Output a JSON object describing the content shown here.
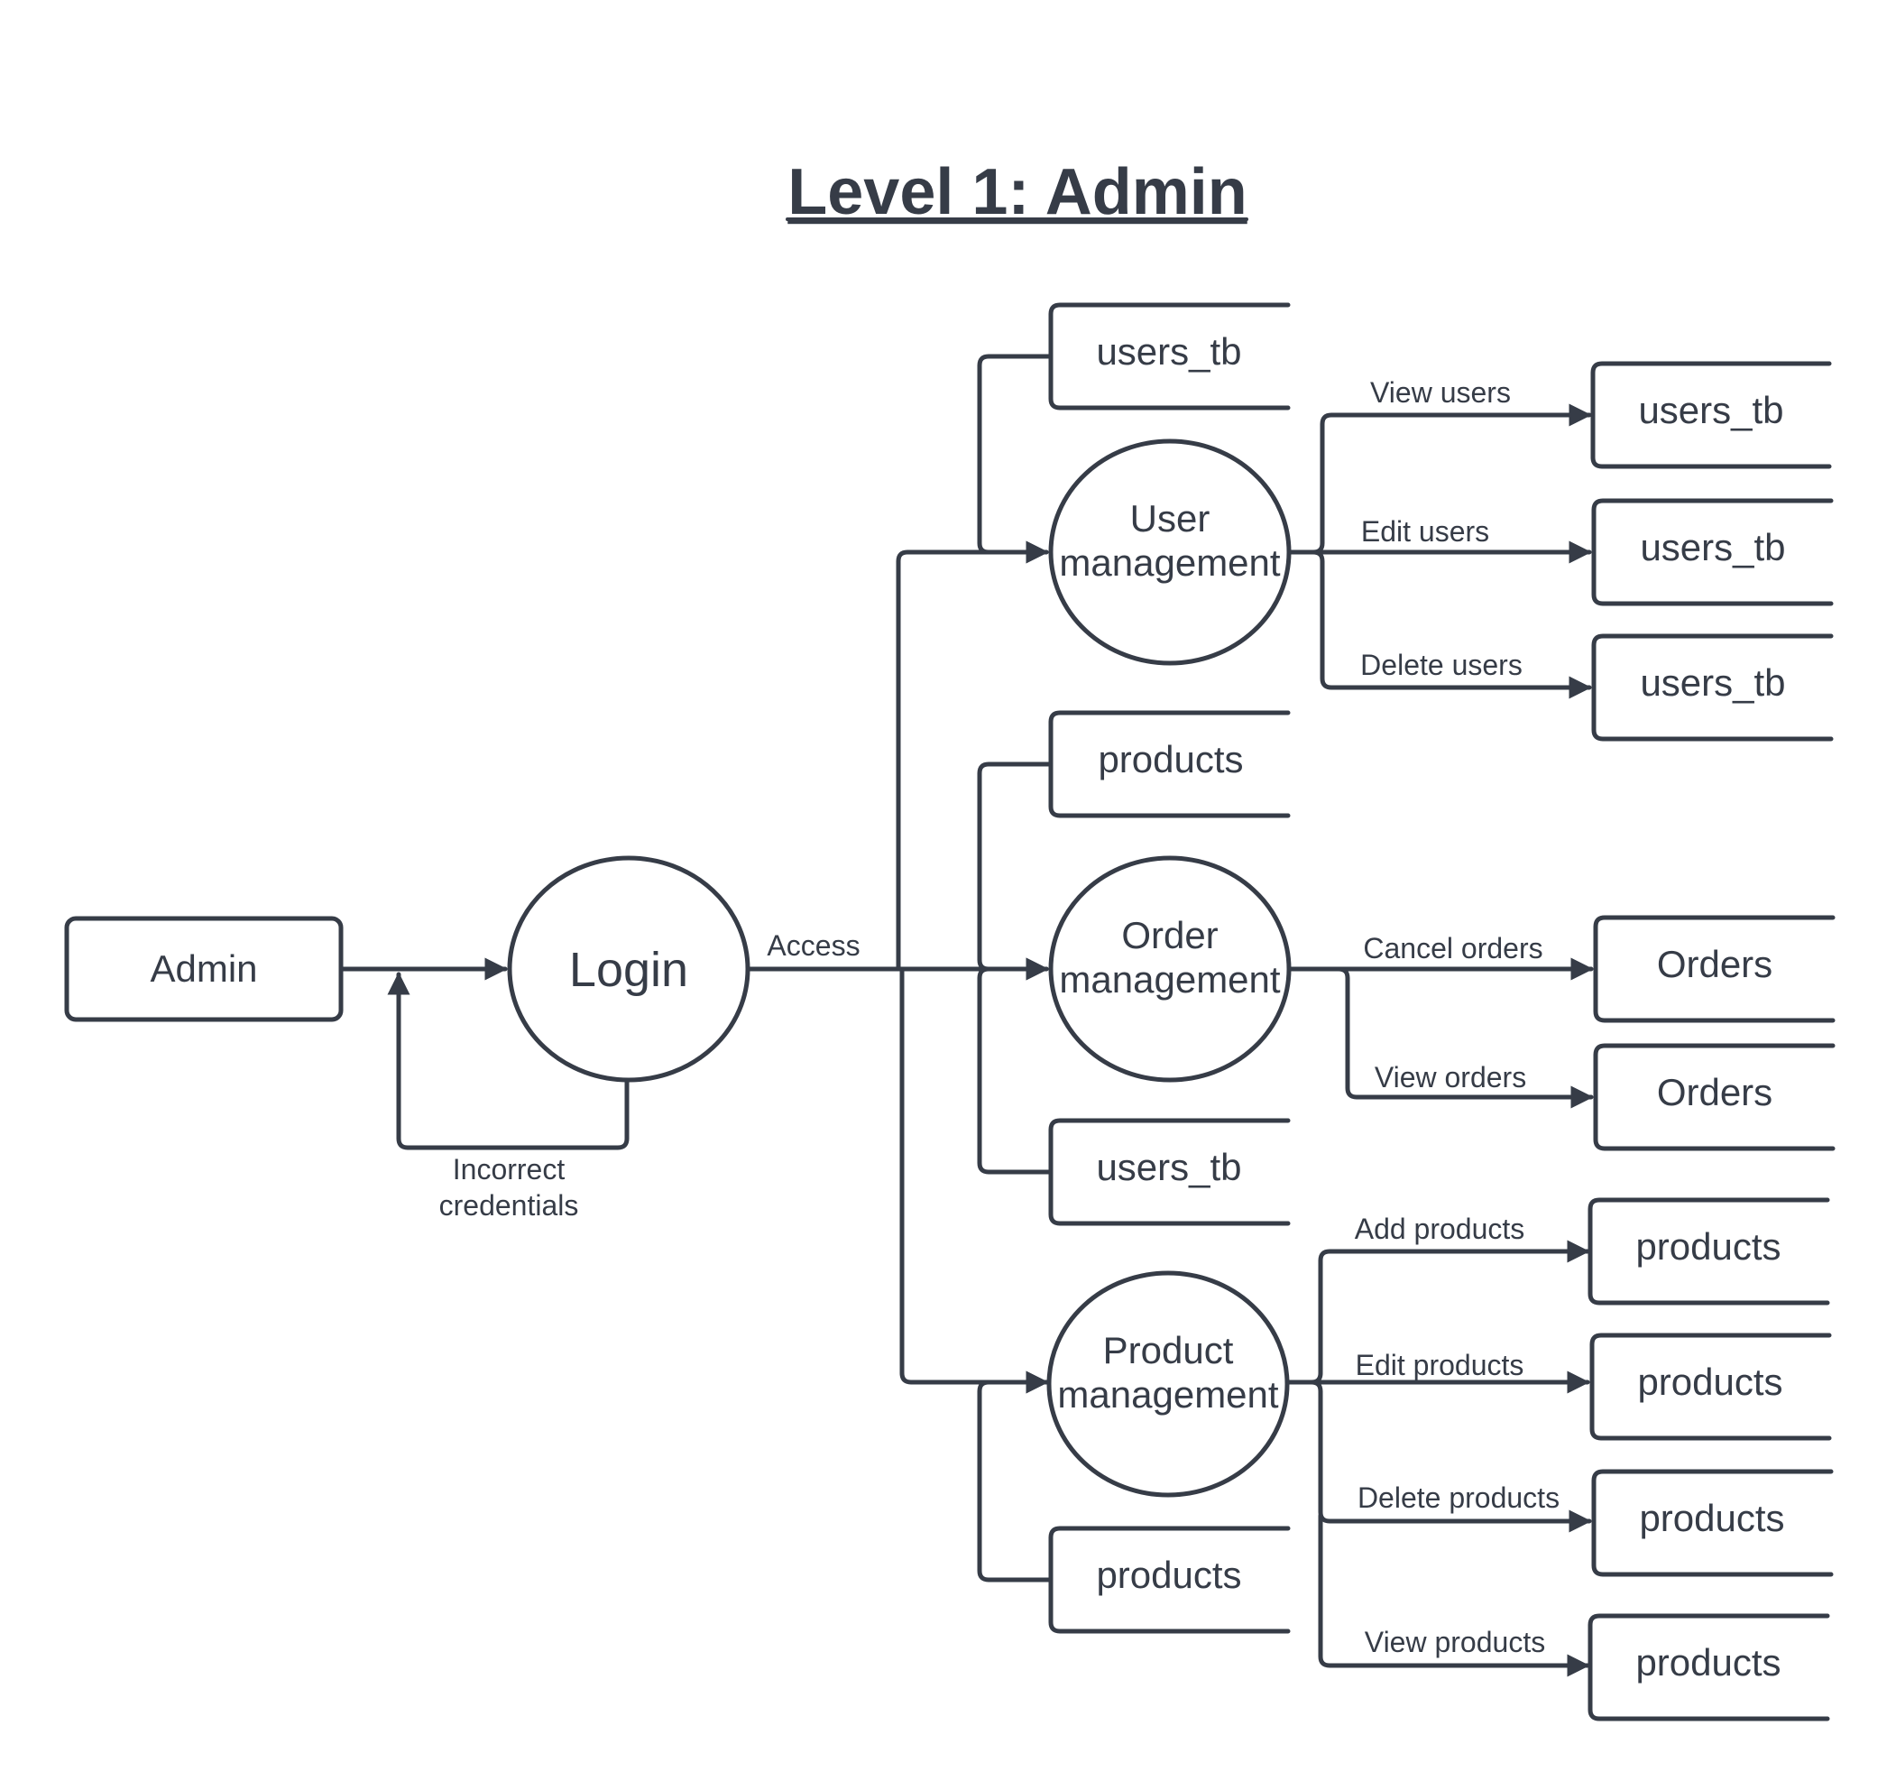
{
  "title": "Level 1: Admin",
  "colors": {
    "stroke": "#363c47",
    "background": "#ffffff"
  },
  "entity": {
    "label": "Admin"
  },
  "processes": {
    "login": {
      "label": "Login"
    },
    "user_mgmt": {
      "line1": "User",
      "line2": "management"
    },
    "order_mgmt": {
      "line1": "Order",
      "line2": "management"
    },
    "product_mgmt": {
      "line1": "Product",
      "line2": "management"
    }
  },
  "stores": {
    "s_users_in": "users_tb",
    "s_products_in": "products",
    "s_users_in2": "users_tb",
    "s_products_in2": "products",
    "s_view_users": "users_tb",
    "s_edit_users": "users_tb",
    "s_delete_users": "users_tb",
    "s_cancel_orders": "Orders",
    "s_view_orders": "Orders",
    "s_add_products": "products",
    "s_edit_products": "products",
    "s_delete_products": "products",
    "s_view_products": "products"
  },
  "edges": {
    "access": "Access",
    "incorrect1": "Incorrect",
    "incorrect2": "credentials",
    "view_users": "View users",
    "edit_users": "Edit users",
    "delete_users": "Delete users",
    "cancel_orders": "Cancel orders",
    "view_orders": "View orders",
    "add_products": "Add products",
    "edit_products": "Edit products",
    "delete_products": "Delete products",
    "view_products": "View products"
  }
}
